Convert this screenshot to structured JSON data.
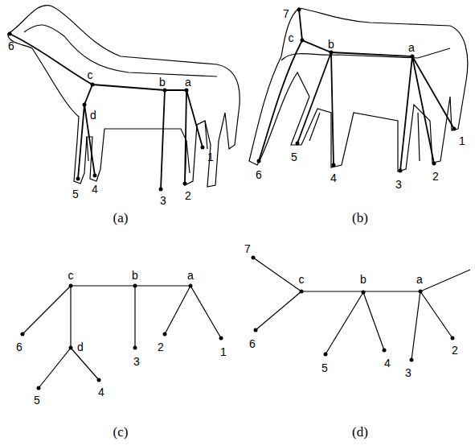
{
  "diagram": {
    "labels": [
      "6",
      "c",
      "b",
      "a",
      "d",
      "1",
      "5",
      "4",
      "3",
      "2",
      "(a)",
      "7",
      "c",
      "b",
      "a",
      "6",
      "1",
      "5",
      "4",
      "3",
      "2",
      "(b)",
      "c",
      "b",
      "a",
      "6",
      "d",
      "3",
      "2",
      "1",
      "5",
      "4",
      "(c)",
      "7",
      "c",
      "b",
      "a",
      "6",
      "5",
      "4",
      "3",
      "2",
      "(d)"
    ]
  }
}
